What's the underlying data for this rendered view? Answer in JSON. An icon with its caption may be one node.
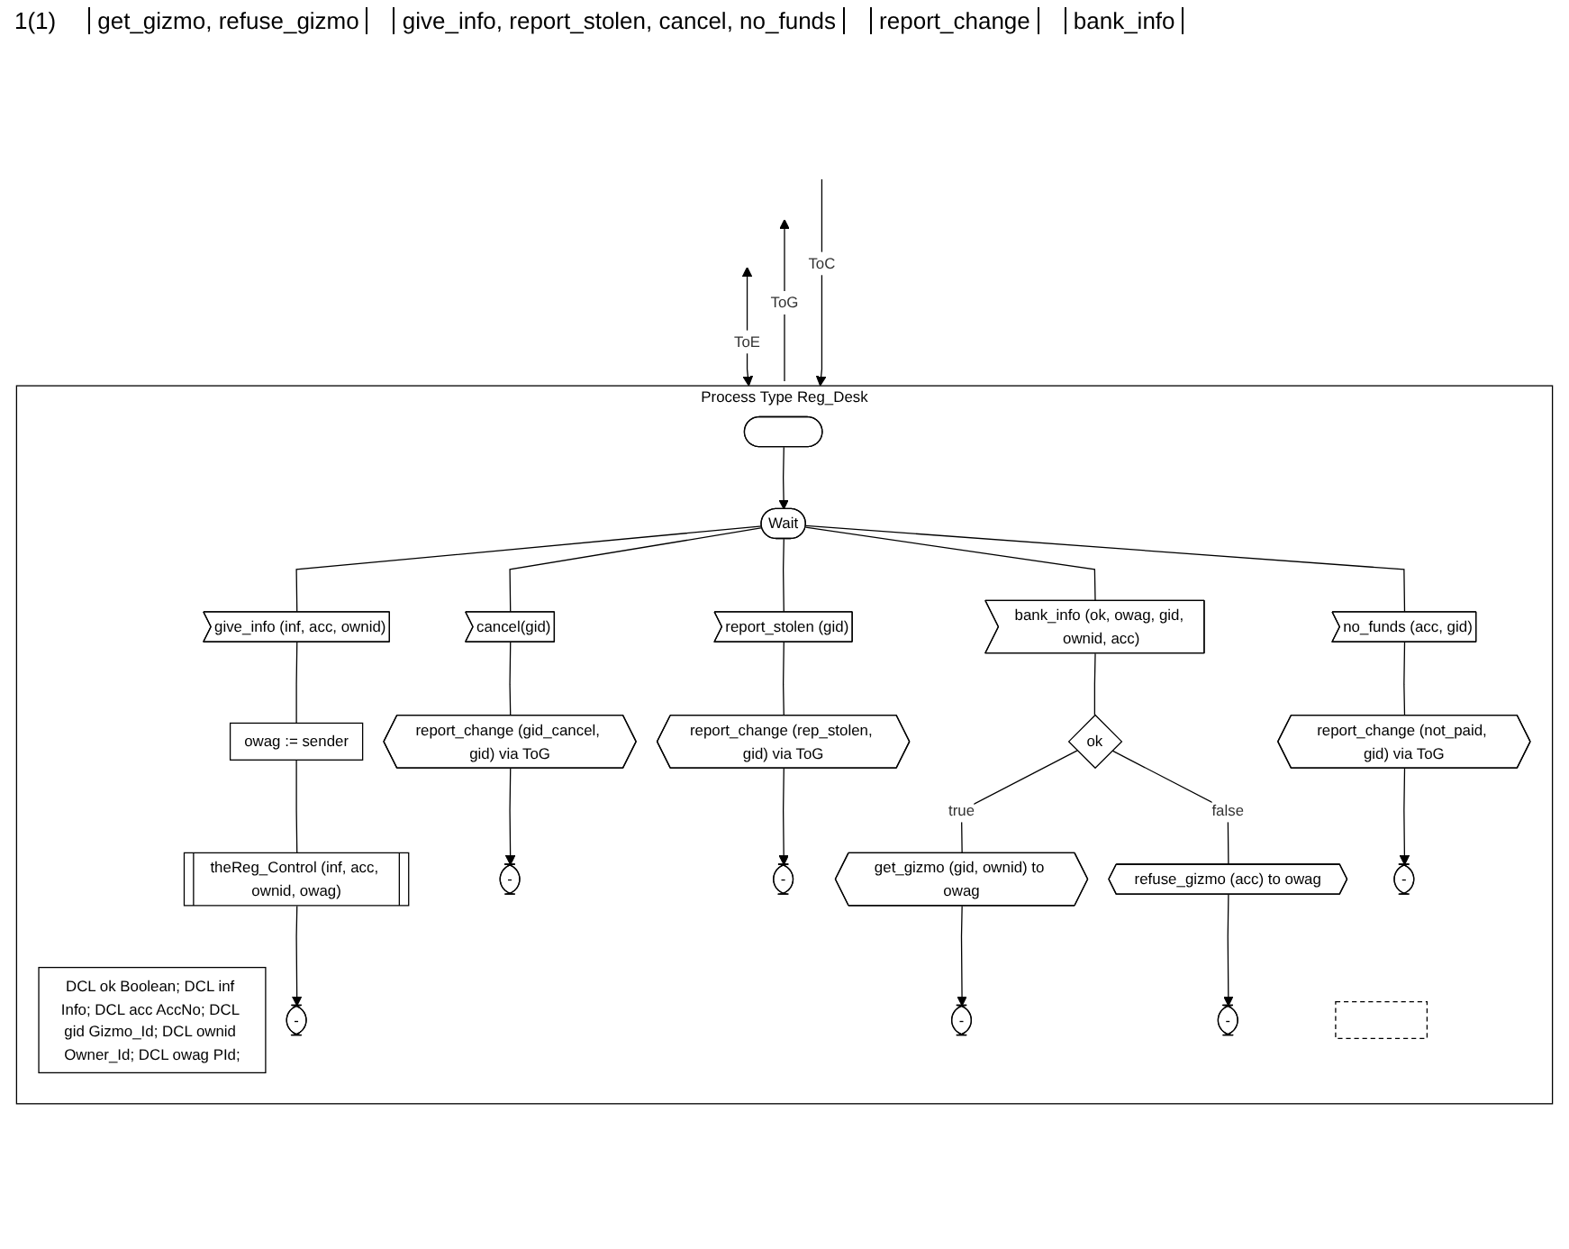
{
  "diagram": {
    "nodes": [
      {
        "text": [
          "Process Type Reg_Desk"
        ]
      },
      {
        "text": [
          "DCL ok Boolean; DCL inf Info; DCL acc AccNo; DCL gid Gizmo_Id; DCL ownid Owner_Id; DCL owag PId;"
        ],
        "in": 0
      },
      {
        "text": [],
        "shape": "note",
        "in": 0
      },
      {
        "text": [],
        "shape": "stadium",
        "in": 0
      },
      {
        "text": [
          "Wait"
        ],
        "in": 0
      },
      {
        "text": [
          "give_info (inf, acc, ownid)"
        ],
        "in": 0
      },
      {
        "text": [
          "cancel(gid)"
        ],
        "in": 0
      },
      {
        "text": [
          "report_stolen (gid)"
        ],
        "in": 0
      },
      {
        "text": [
          "bank_info (ok, owag, gid, ownid, acc)"
        ],
        "in": 0
      },
      {
        "text": [
          "no_funds (acc, gid)"
        ],
        "in": 0
      },
      {
        "text": [
          "owag := sender"
        ],
        "in": 0
      },
      {
        "text": [
          "report_change (gid_cancel, gid) via ToG"
        ],
        "in": 0
      },
      {
        "text": [
          "report_change (rep_stolen, gid) via ToG"
        ],
        "in": 0
      },
      {
        "text": [
          "ok"
        ],
        "in": 0
      },
      {
        "text": [
          "report_change (not_paid, gid) via ToG"
        ],
        "in": 0
      },
      {
        "text": [
          "theReg_Control (inf, acc, ownid, owag)"
        ],
        "in": 0
      },
      {
        "text": [
          "-"
        ],
        "in": 0
      },
      {
        "text": [
          "-"
        ],
        "in": 0
      },
      {
        "text": [
          "get_gizmo (gid, ownid) to owag"
        ],
        "in": 0
      },
      {
        "text": [
          "refuse_gizmo (acc) to owag"
        ],
        "in": 0
      },
      {
        "text": [
          "-"
        ],
        "in": 0
      },
      {
        "text": [
          "-"
        ],
        "in": 0
      },
      {
        "text": [
          "-"
        ],
        "in": 0
      },
      {
        "text": [
          "-"
        ],
        "in": 0
      }
    ],
    "edges": [
      {
        "from": null,
        "to": 0,
        "arrow": "both",
        "label": "ToE"
      },
      {
        "from": 0,
        "to": null,
        "arrow": "to",
        "label": "ToG"
      },
      {
        "from": null,
        "to": 0,
        "arrow": "to",
        "label": "ToC"
      },
      {
        "from": 3,
        "to": 4,
        "arrow": "to"
      },
      {
        "from": 4,
        "to": 5,
        "arrow": "none"
      },
      {
        "from": 4,
        "to": 6,
        "arrow": "none"
      },
      {
        "from": 4,
        "to": 7,
        "arrow": "none"
      },
      {
        "from": 4,
        "to": 8,
        "arrow": "none"
      },
      {
        "from": 4,
        "to": 9,
        "arrow": "none"
      },
      {
        "from": 5,
        "to": 10,
        "arrow": "none"
      },
      {
        "from": 10,
        "to": 15,
        "arrow": "none"
      },
      {
        "from": 15,
        "to": 20,
        "arrow": "to"
      },
      {
        "from": 6,
        "to": 11,
        "arrow": "none"
      },
      {
        "from": 11,
        "to": 16,
        "arrow": "to"
      },
      {
        "from": 7,
        "to": 12,
        "arrow": "none"
      },
      {
        "from": 12,
        "to": 17,
        "arrow": "to"
      },
      {
        "from": 8,
        "to": 13,
        "arrow": "none"
      },
      {
        "from": 13,
        "to": 18,
        "arrow": "none",
        "label": "true"
      },
      {
        "from": 13,
        "to": 19,
        "arrow": "none",
        "label": "false"
      },
      {
        "from": 18,
        "to": 21,
        "arrow": "to"
      },
      {
        "from": 19,
        "to": 22,
        "arrow": "to"
      },
      {
        "from": 9,
        "to": 14,
        "arrow": "none"
      },
      {
        "from": 14,
        "to": 23,
        "arrow": "to"
      }
    ],
    "labels": [
      "1(1)",
      "get_gizmo, refuse_gizmo",
      "give_info, report_stolen, cancel, no_funds",
      "report_change",
      "bank_info"
    ]
  }
}
